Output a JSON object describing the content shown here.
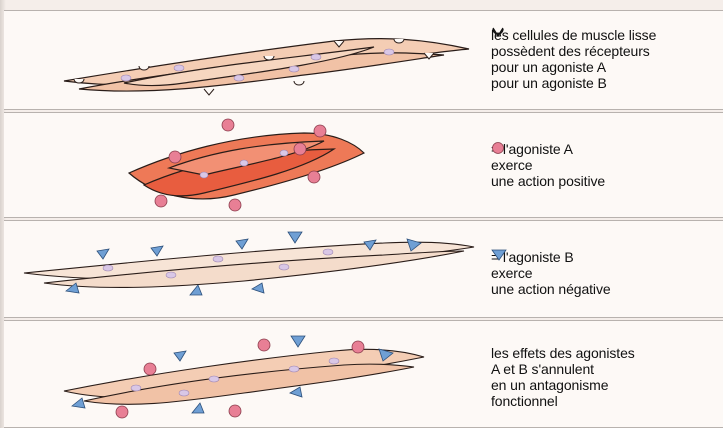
{
  "panels": [
    {
      "lines": [
        "les cellules de muscle lisse",
        "possèdent des récepteurs",
        "pour un agoniste A",
        "pour un agoniste B"
      ]
    },
    {
      "lines": [
        "= l'agoniste A",
        "exerce",
        "une action positive"
      ]
    },
    {
      "lines": [
        "= l'agoniste B",
        "exerce",
        "une action négative"
      ]
    },
    {
      "lines": [
        "les effets des agonistes",
        "A et B s'annulent",
        "en un antagonisme",
        "fonctionnel"
      ]
    }
  ],
  "icons": {
    "receptor_a": "cup-receptor-icon",
    "receptor_b": "v-receptor-icon",
    "agonist_a": "pink-circle-icon",
    "agonist_b": "blue-triangle-icon"
  },
  "colors": {
    "cell_fill": "#f4cdb4",
    "cell_fill_contracted": "#ec6d4c",
    "cell_fill_relaxed": "#f7e4d6",
    "agonist_a": "#e87f95",
    "agonist_b": "#6f9fd4",
    "nucleus": "#d9c7e6"
  }
}
